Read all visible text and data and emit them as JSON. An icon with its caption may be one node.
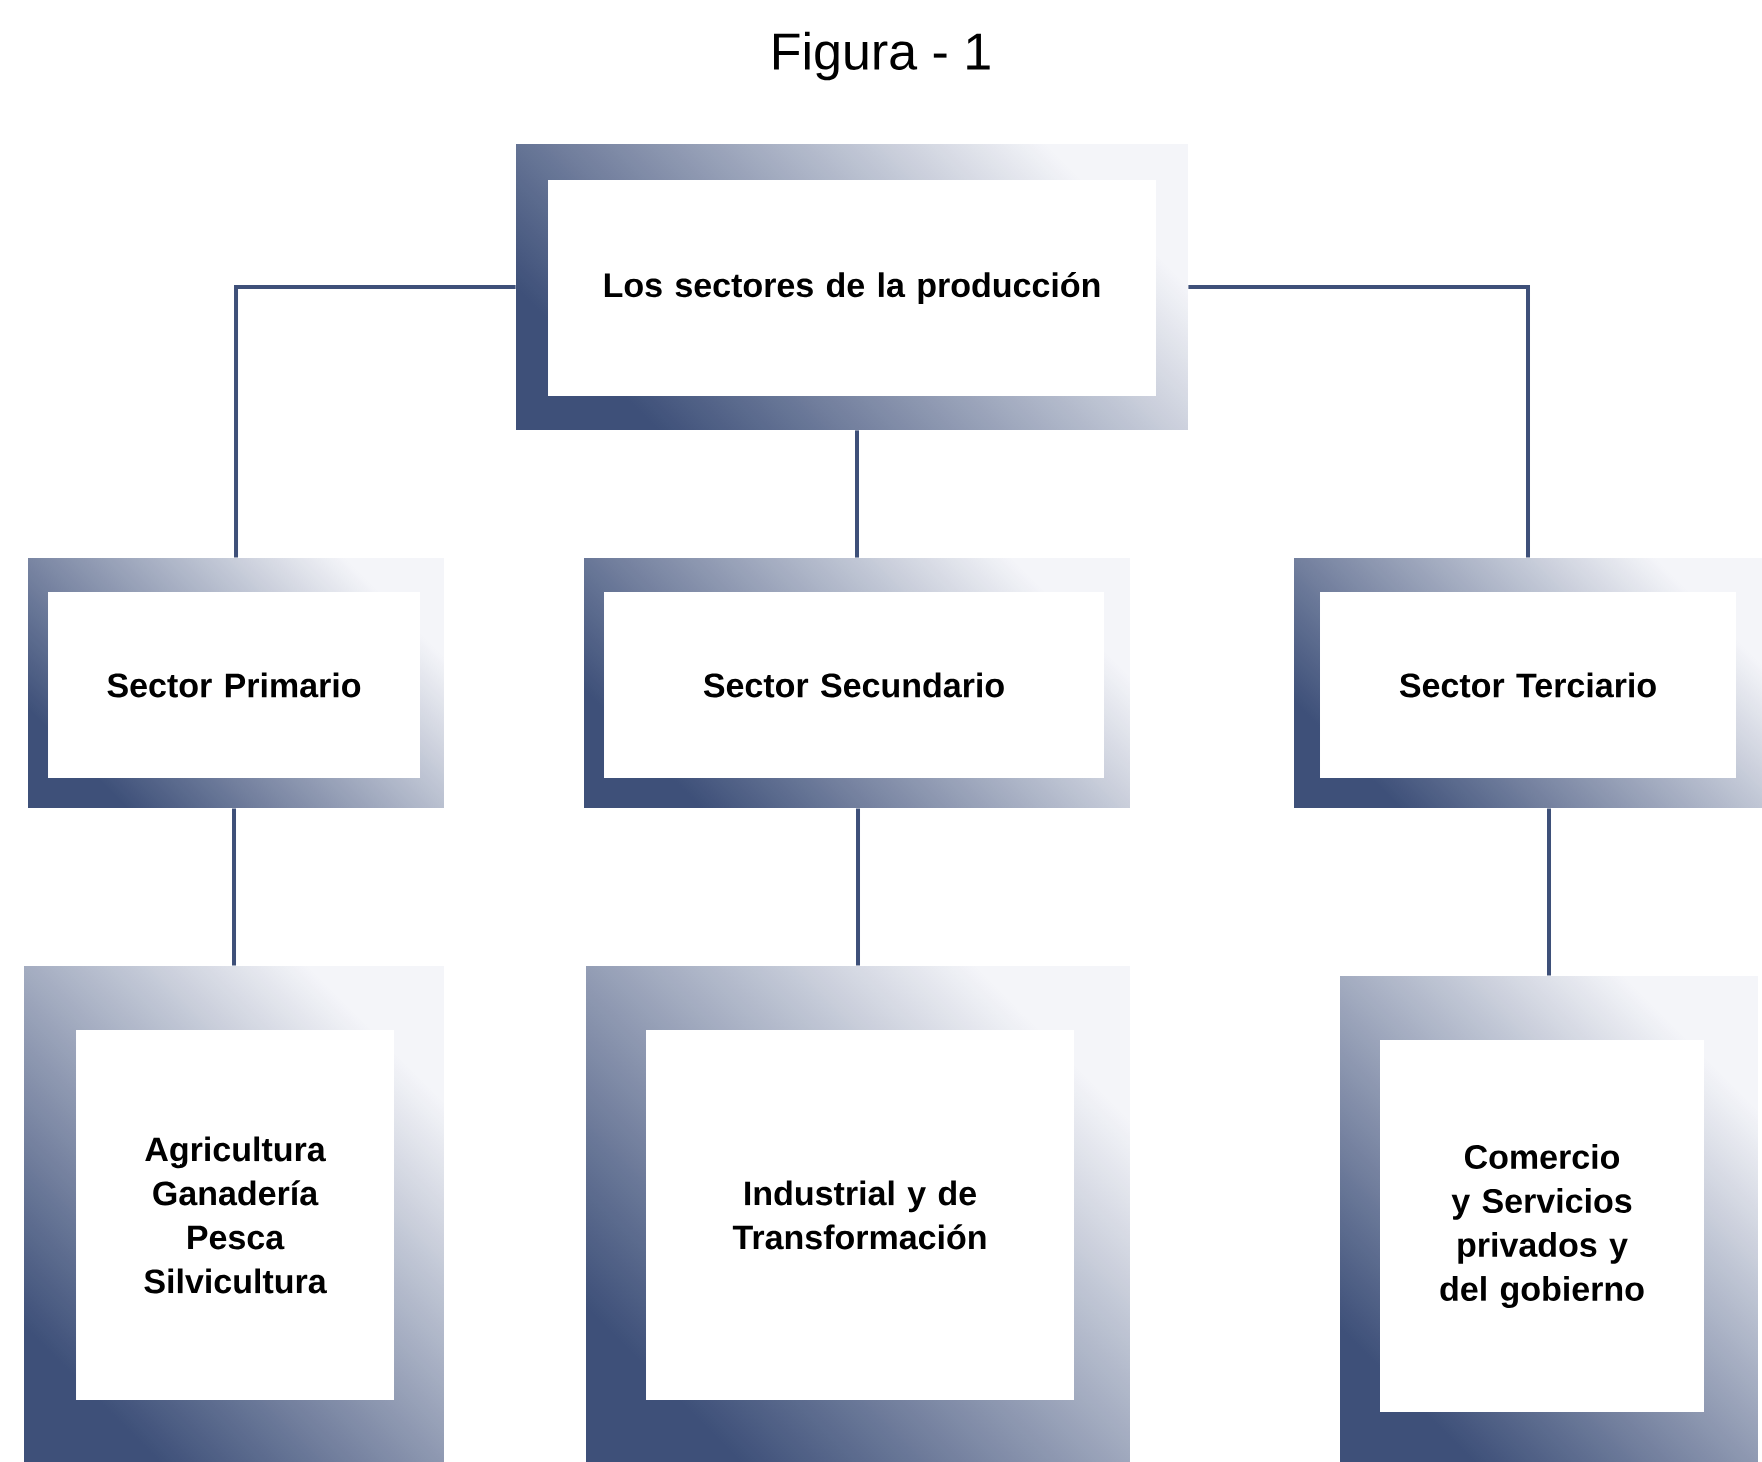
{
  "diagram": {
    "title": "Figura - 1",
    "nodes": [
      {
        "text": [
          "Los sectores de la producción"
        ]
      },
      {
        "text": [
          "Sector Primario"
        ]
      },
      {
        "text": [
          "Sector Secundario"
        ]
      },
      {
        "text": [
          "Sector Terciario"
        ]
      },
      {
        "text": [
          "Agricultura Ganadería Pesca Silvicultura"
        ]
      },
      {
        "text": [
          "Industrial y de Transformación"
        ]
      },
      {
        "text": [
          "Comercio y Servicios privados y del gobierno"
        ]
      }
    ],
    "edges": [
      {
        "from": 0,
        "to": 1,
        "arrow": "none"
      },
      {
        "from": 0,
        "to": 2,
        "arrow": "none"
      },
      {
        "from": 0,
        "to": 3,
        "arrow": "none"
      },
      {
        "from": 1,
        "to": 4,
        "arrow": "none"
      },
      {
        "from": 2,
        "to": 5,
        "arrow": "none"
      },
      {
        "from": 3,
        "to": 6,
        "arrow": "none"
      }
    ]
  }
}
